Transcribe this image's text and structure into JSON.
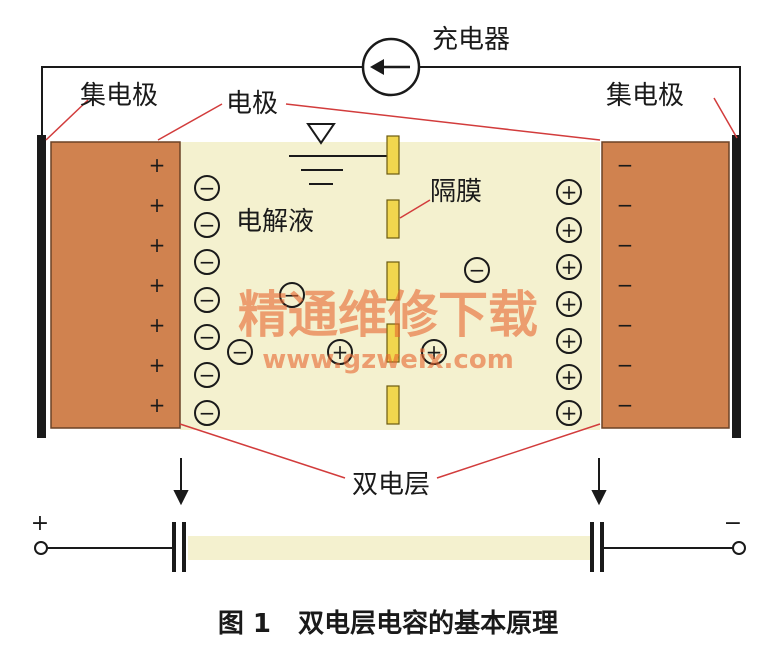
{
  "diagram": {
    "charger_label": "充电器",
    "collector_left_label": "集电极",
    "collector_right_label": "集电极",
    "electrode_label": "电极",
    "electrolyte_label": "电解液",
    "separator_label": "隔膜",
    "double_layer_label": "双电层",
    "terminal_plus": "+",
    "terminal_minus": "−",
    "left_electrode_charges": [
      "+",
      "+",
      "+",
      "+",
      "+",
      "+",
      "+"
    ],
    "right_electrode_charges": [
      "−",
      "−",
      "−",
      "−",
      "−",
      "−",
      "−"
    ],
    "left_adsorbed_ions": [
      "−",
      "−",
      "−",
      "−",
      "−",
      "−",
      "−"
    ],
    "right_adsorbed_ions": [
      "+",
      "+",
      "+",
      "+",
      "+",
      "+",
      "+"
    ],
    "free_ions": [
      "−",
      "−",
      "+",
      "+",
      "−"
    ]
  },
  "watermark": {
    "text_cn": "精通维修下载",
    "text_url": "www.gzweix.com"
  },
  "caption": {
    "text": "图 1   双电层电容的基本原理"
  },
  "colors": {
    "electrode": "#d0824f",
    "electrolyte": "#f4f1cf",
    "separator": "#f1d64e",
    "leader_line": "#d23c3c",
    "watermark": "#e6662e"
  }
}
